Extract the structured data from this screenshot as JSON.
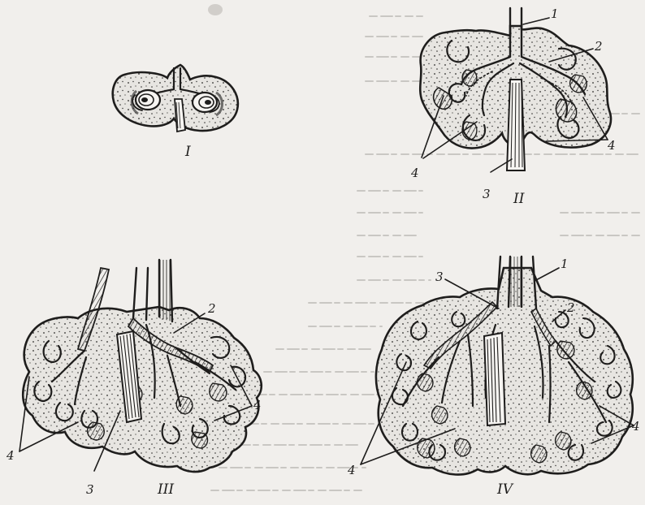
{
  "figure": {
    "stages": [
      {
        "id": "stage-1",
        "numeral": "I"
      },
      {
        "id": "stage-2",
        "numeral": "II"
      },
      {
        "id": "stage-3",
        "numeral": "III"
      },
      {
        "id": "stage-4",
        "numeral": "IV"
      }
    ],
    "part_numbers": {
      "trachea": "1",
      "bronchus": "2",
      "esophagus": "3",
      "lung": "4"
    }
  },
  "colors": {
    "paper": "#f1efec",
    "ink": "#1e1d1c",
    "lung_fill": "#e7e5e1",
    "show_through_text": "#8c8985"
  }
}
